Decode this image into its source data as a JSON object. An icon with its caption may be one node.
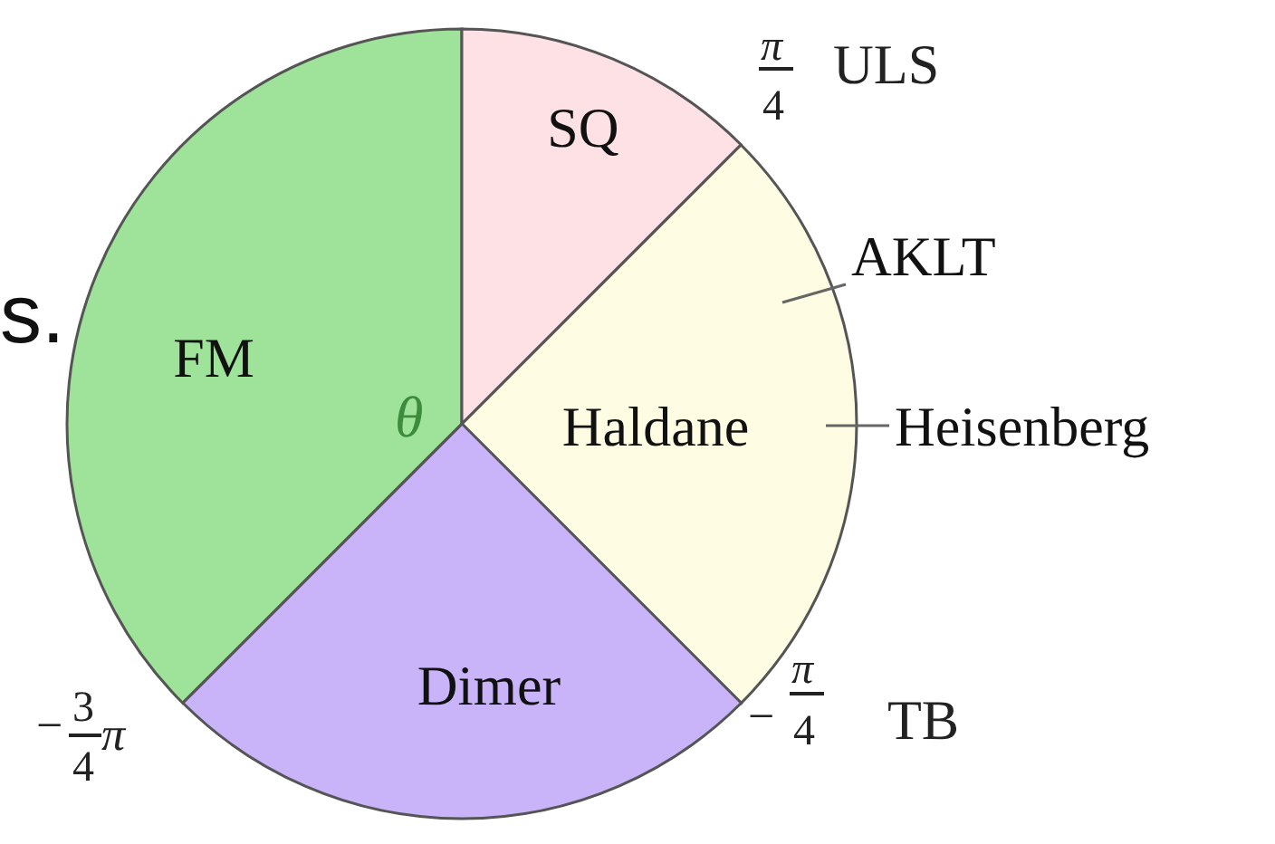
{
  "diagram": {
    "nodes": [
      {
        "text": [
          "FM"
        ]
      },
      {
        "text": [
          "SQ"
        ]
      },
      {
        "text": [
          "Haldane"
        ]
      },
      {
        "text": [
          "Dimer"
        ]
      },
      {
        "text": [
          "AKLT"
        ]
      },
      {
        "text": [
          "Heisenberg"
        ]
      }
    ],
    "edges": [
      {
        "from": 4,
        "to": 2,
        "arrow": "none"
      },
      {
        "from": 5,
        "to": 2,
        "arrow": "none"
      }
    ],
    "labels": [
      "s.",
      "θ",
      "π",
      "4",
      "ULS",
      "−",
      "π",
      "4",
      "TB",
      "−",
      "3",
      "4",
      "π"
    ]
  }
}
